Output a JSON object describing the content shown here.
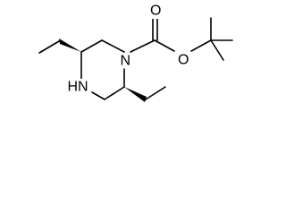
{
  "molecule": {
    "atoms": {
      "ring_nitrogen_boc": "N",
      "ring_nitrogen_h": "HN",
      "carbonyl_oxygen": "O",
      "ester_oxygen": "O"
    },
    "colors": {
      "bond": "#000000",
      "text": "#000000",
      "background": "#ffffff"
    }
  }
}
